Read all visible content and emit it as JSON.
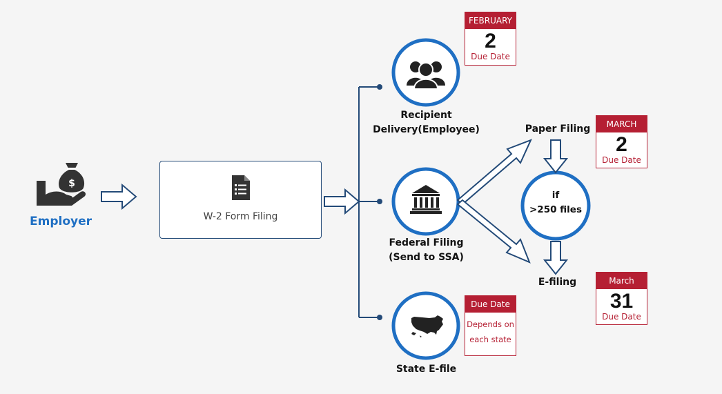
{
  "employer": {
    "label": "Employer"
  },
  "form_card": {
    "label": "W-2 Form Filing"
  },
  "branches": {
    "recipient": {
      "line1": "Recipient",
      "line2": "Delivery(Employee)"
    },
    "federal": {
      "line1": "Federal Filing",
      "line2": "(Send to SSA)"
    },
    "state": {
      "line1": "State E-file"
    }
  },
  "federal_paths": {
    "paper": "Paper Filing",
    "efile": "E-filing",
    "condition": {
      "line1": "if",
      "line2": ">250 files"
    }
  },
  "due_dates": {
    "recipient": {
      "month": "FEBRUARY",
      "day": "2",
      "caption": "Due Date"
    },
    "paper": {
      "month": "MARCH",
      "day": "2",
      "caption": "Due Date"
    },
    "efile": {
      "month": "March",
      "day": "31",
      "caption": "Due Date"
    },
    "state": {
      "header": "Due Date",
      "line1": "Depends on",
      "line2": "each state"
    }
  },
  "icons": {
    "employer": "money-bag-hand-icon",
    "form": "document-list-icon",
    "recipient": "people-group-icon",
    "federal": "government-building-icon",
    "state": "usa-map-icon"
  },
  "colors": {
    "blue": "#1f6fc3",
    "navy": "#234a78",
    "red": "#b51f33",
    "dark": "#333333",
    "background": "#f5f5f5"
  }
}
